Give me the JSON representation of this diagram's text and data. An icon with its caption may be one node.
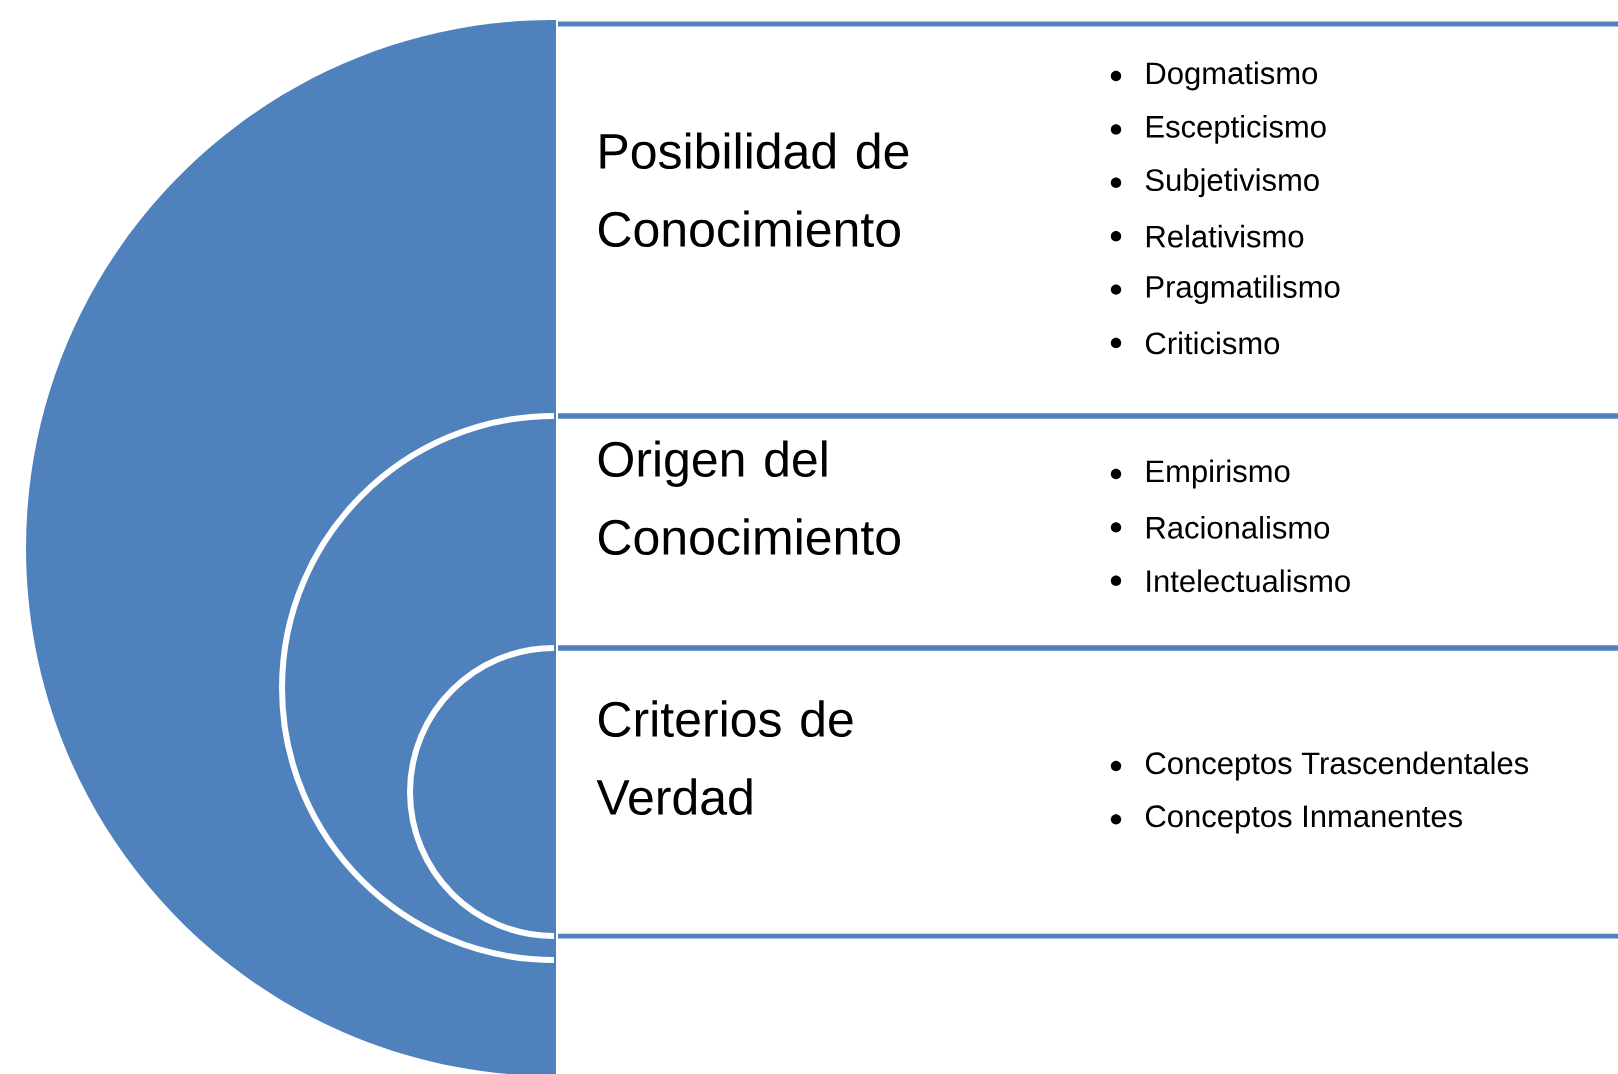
{
  "diagram": {
    "nodes": [
      {
        "text": [
          "Posibilidad de Conocimiento",
          "Dogmatismo",
          "Escepticismo",
          "Subjetivismo",
          "Relativismo",
          "Pragmatilismo",
          "Criticismo"
        ]
      },
      {
        "text": [
          "Origen del Conocimiento",
          "Empirismo",
          "Racionalismo",
          "Intelectualismo"
        ]
      },
      {
        "text": [
          "Criterios de Verdad",
          "Conceptos Trascendentales",
          "Conceptos Inmanentes"
        ]
      }
    ]
  }
}
